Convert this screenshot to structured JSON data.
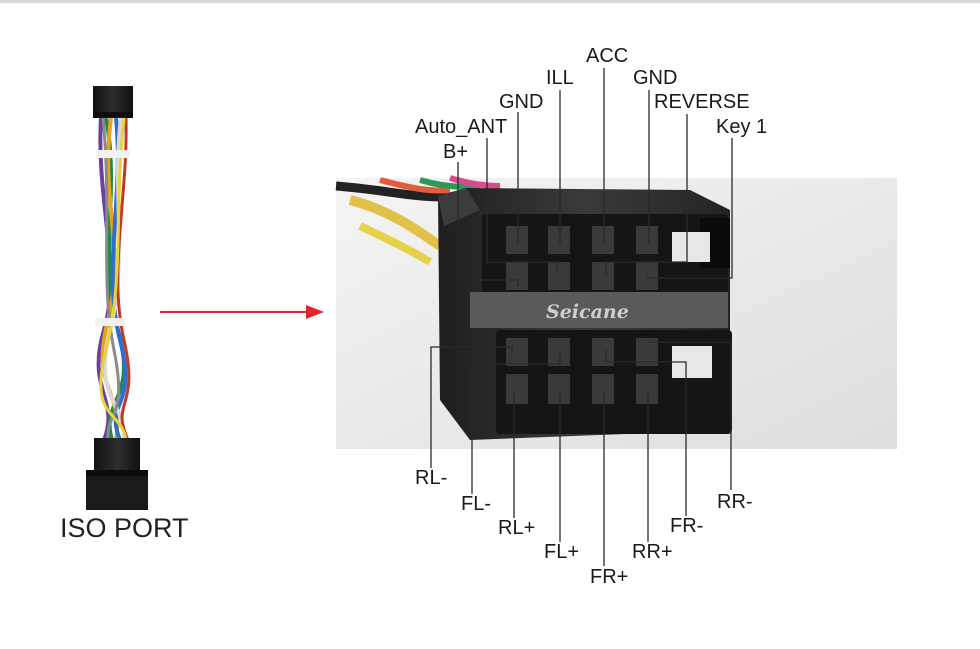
{
  "title": "ISO PORT",
  "watermark": "Seicane",
  "pin_labels": {
    "top": {
      "acc": "ACC",
      "ill": "ILL",
      "gnd_left": "GND",
      "gnd_right": "GND",
      "reverse": "REVERSE",
      "auto_ant": "Auto_ANT",
      "key1": "Key 1",
      "b_plus": "B+"
    },
    "bottom": {
      "rl_minus": "RL-",
      "fl_minus": "FL-",
      "rl_plus": "RL+",
      "fl_plus": "FL+",
      "fr_plus": "FR+",
      "rr_plus": "RR+",
      "fr_minus": "FR-",
      "rr_minus": "RR-"
    }
  },
  "colors": {
    "arrow": "#e0262a",
    "leader": "#2a2a2a",
    "connector": "#2b2b2b",
    "photo_bg": "#e9e9e9"
  }
}
